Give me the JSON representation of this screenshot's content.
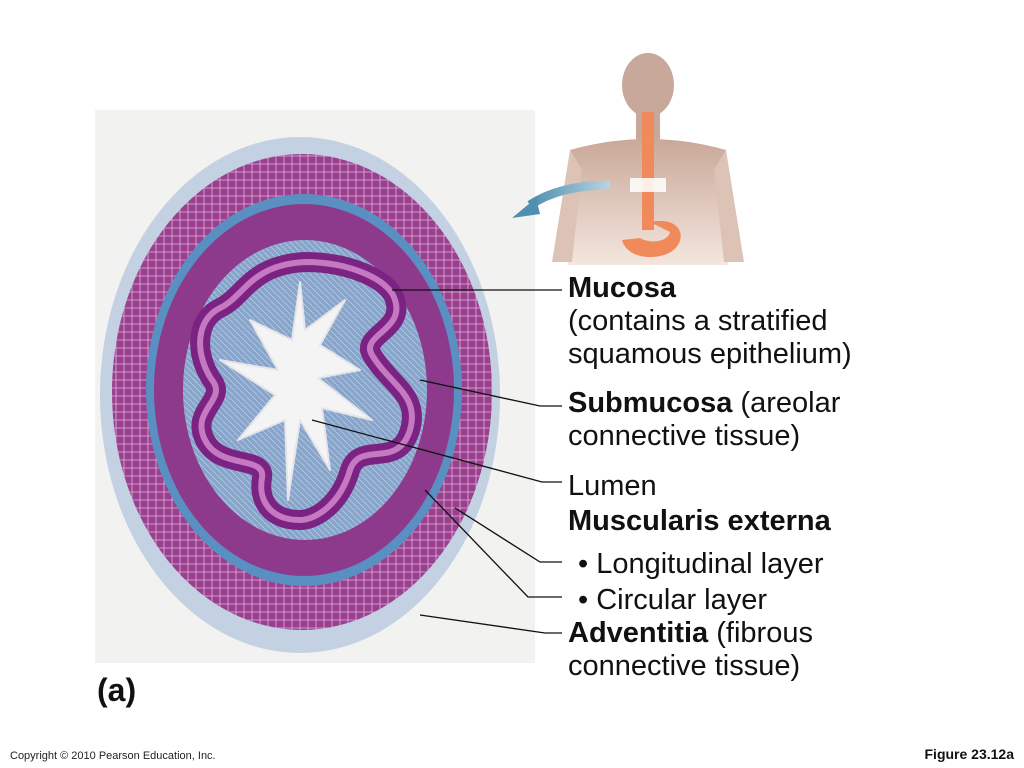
{
  "labels": {
    "mucosa": {
      "term": "Mucosa",
      "line2": "(contains a stratified",
      "line3": "squamous epithelium)"
    },
    "submucosa": {
      "term": "Submucosa",
      "rest": " (areolar",
      "line2": "connective tissue)"
    },
    "lumen": {
      "term": "Lumen"
    },
    "muscularis": {
      "term": "Muscularis externa"
    },
    "longitudinal": {
      "text": "• Longitudinal layer"
    },
    "circular": {
      "text": "• Circular layer"
    },
    "adventitia": {
      "term": "Adventitia",
      "rest": " (fibrous",
      "line2": "connective tissue)"
    }
  },
  "panel_letter": "(a)",
  "copyright": "Copyright © 2010 Pearson Education, Inc.",
  "figure_id": "Figure 23.12a",
  "colors": {
    "muscle": "#9c3f8f",
    "muscle_dark": "#6e2574",
    "connective": "#7f9fc8",
    "epithelium": "#8a2f8e",
    "background_micrograph": "#f2f2f0",
    "esophagus": "#f08a5a",
    "skin": "#d9b8a8"
  }
}
